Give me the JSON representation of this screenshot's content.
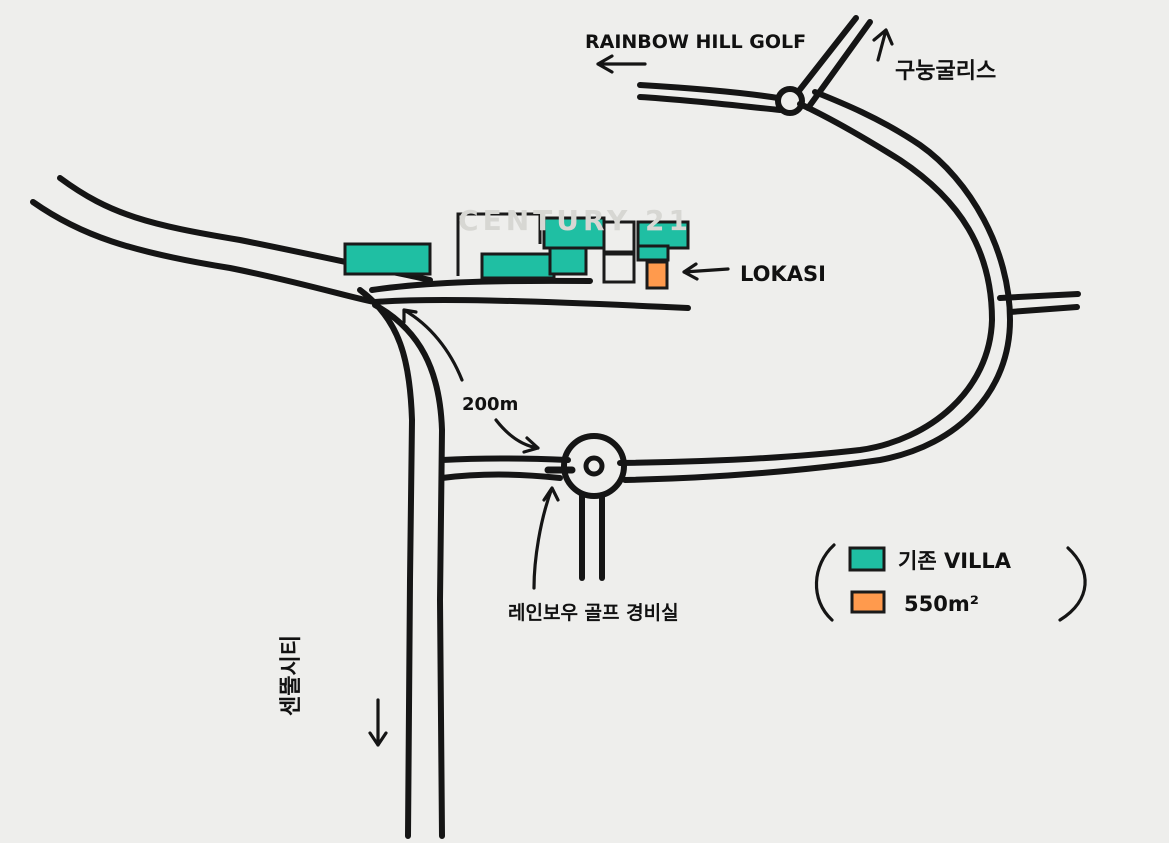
{
  "labels": {
    "rainbow_hill_golf": "RAINBOW HILL GOLF",
    "gunung_gulis": "구눙굴리스",
    "lokasi": "LOKASI",
    "distance": "200m",
    "security_post": "레인보우 골프 경비실",
    "sentul_city": "센뚤시티",
    "watermark": "CENTURY 21"
  },
  "legend": {
    "existing_villa_label": "기존 VILLA",
    "plot_area_label": "550m²"
  },
  "colors": {
    "existing_villa": "#1fbfa3",
    "plot": "#ff9a4d",
    "road": "#151515",
    "paper": "#eeeeec"
  }
}
